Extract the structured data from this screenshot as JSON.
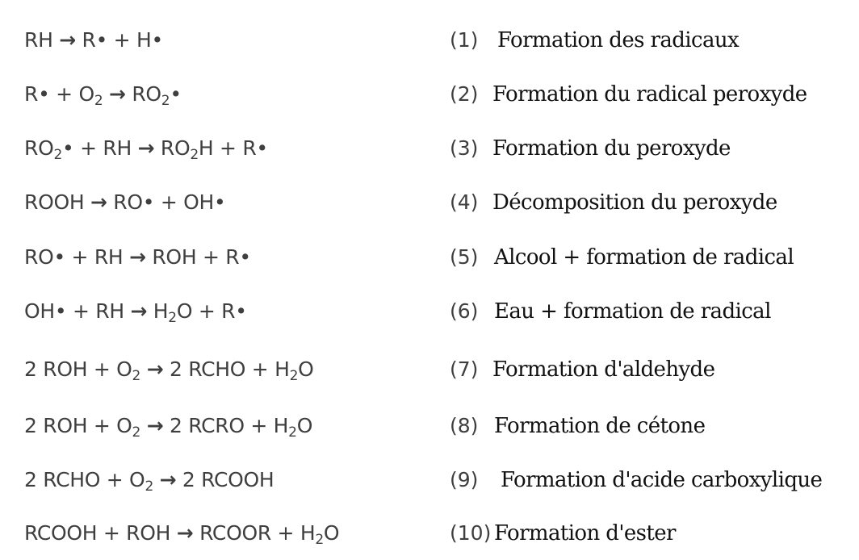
{
  "reactions": [
    {
      "equation": "RH → R• + H•",
      "number": "(1)",
      "description": "Formation des radicaux"
    },
    {
      "equation": "R• + O₂ → RO₂•",
      "number": "(2)",
      "description": "Formation du radical peroxyde"
    },
    {
      "equation": "RO₂• + RH → RO₂H + R•",
      "number": "(3)",
      "description": "Formation du peroxyde"
    },
    {
      "equation": "ROOH → RO• + OH•",
      "number": "(4)",
      "description": "Décomposition du peroxyde"
    },
    {
      "equation": "RO• + RH → ROH + R•",
      "number": "(5)",
      "description": "Alcool + formation de radical"
    },
    {
      "equation": "OH• + RH → H₂O + R•",
      "number": "(6)",
      "description": "Eau + formation de radical"
    },
    {
      "equation": "2 ROH + O₂ → 2 RCHO + H₂O",
      "number": "(7)",
      "description": "Formation d'aldehyde"
    },
    {
      "equation": "2 ROH + O₂ → 2 RCRO + H₂O",
      "number": "(8)",
      "description": "Formation de cétone"
    },
    {
      "equation": "2 RCHO + O₂ → 2 RCOOH",
      "number": "(9)",
      "description": "Formation d'acide carboxylique"
    },
    {
      "equation": "RCOOH + ROH → RCOOR + H₂O",
      "number": "(10)",
      "description": "Formation d'ester"
    }
  ]
}
